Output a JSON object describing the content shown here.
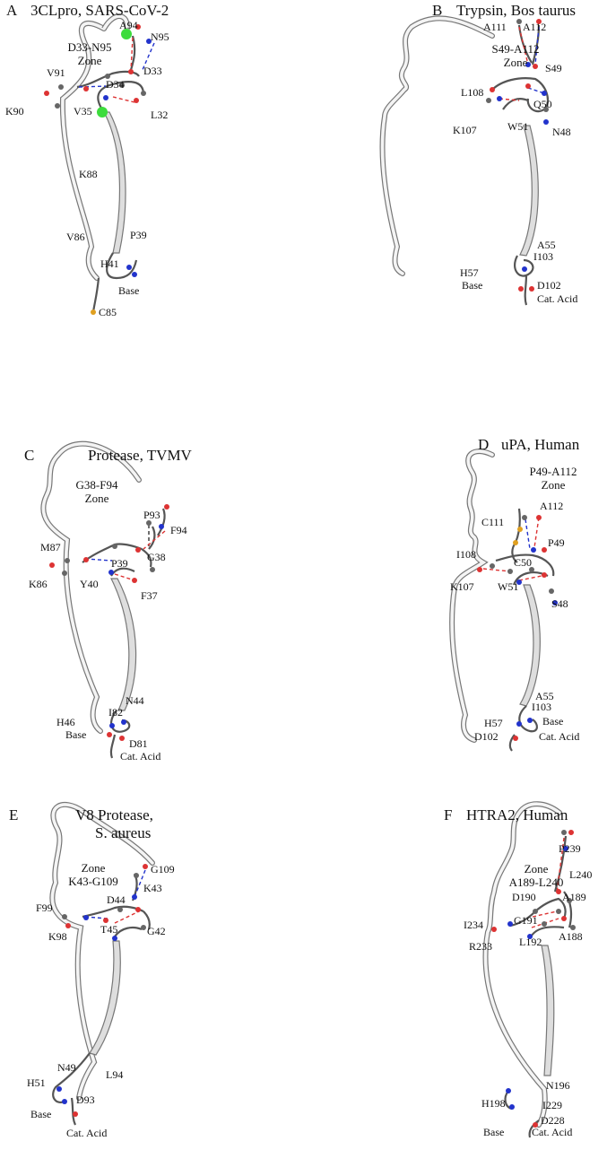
{
  "figure": {
    "panels": [
      {
        "letter": "A",
        "title": "3CLpro, SARS-CoV-2",
        "zone": [
          "D33-N95",
          "Zone"
        ],
        "labels": [
          "A94",
          "N95",
          "V91",
          "D33",
          "D34",
          "K90",
          "V35",
          "L32",
          "K88",
          "V86",
          "P39",
          "H41",
          "Base",
          "C85"
        ]
      },
      {
        "letter": "B",
        "title": "Trypsin, Bos taurus",
        "zone": [
          "S49-A112",
          "Zone"
        ],
        "labels": [
          "A111",
          "A112",
          "S49",
          "L108",
          "Q50",
          "K107",
          "W51",
          "N48",
          "A55",
          "I103",
          "H57",
          "D102",
          "Base",
          "Cat. Acid"
        ]
      },
      {
        "letter": "C",
        "title": "Protease, TVMV",
        "zone": [
          "G38-F94",
          "Zone"
        ],
        "labels": [
          "P93",
          "F94",
          "M87",
          "G38",
          "P39",
          "K86",
          "Y40",
          "F37",
          "N44",
          "I82",
          "H46",
          "Base",
          "D81",
          "Cat. Acid"
        ]
      },
      {
        "letter": "D",
        "title": "uPA, Human",
        "zone": [
          "P49-A112",
          "Zone"
        ],
        "labels": [
          "A112",
          "C111",
          "P49",
          "I108",
          "C50",
          "K107",
          "W51",
          "S48",
          "A55",
          "I103",
          "Base",
          "H57",
          "D102",
          "Cat. Acid"
        ]
      },
      {
        "letter": "E",
        "title": "V8 Protease,",
        "title2": "S. aureus",
        "zone": [
          "Zone",
          "K43-G109"
        ],
        "labels": [
          "G109",
          "K43",
          "D44",
          "F99",
          "T45",
          "G42",
          "K98",
          "N49",
          "H51",
          "L94",
          "D93",
          "Base",
          "Cat. Acid"
        ]
      },
      {
        "letter": "F",
        "title": "HTRA2, Human",
        "zone": [
          "Zone",
          "A189-L240"
        ],
        "labels": [
          "P239",
          "L240",
          "D190",
          "A189",
          "G191",
          "I234",
          "A188",
          "L192",
          "R233",
          "N196",
          "I229",
          "H198",
          "D228",
          "Base",
          "Cat. Acid"
        ]
      }
    ]
  }
}
